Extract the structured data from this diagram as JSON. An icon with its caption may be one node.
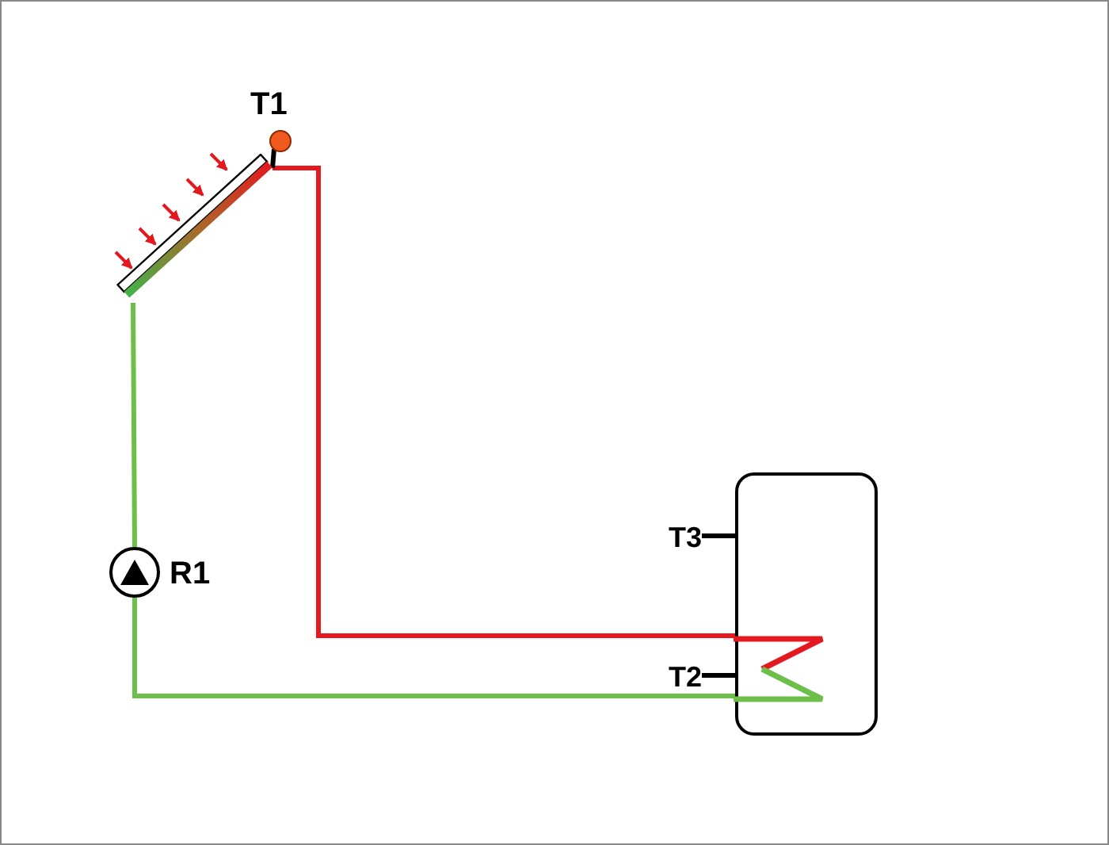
{
  "diagram": {
    "nodes": [
      {
        "text": [],
        "shape": "bar"
      },
      {
        "text": [],
        "shape": "box"
      },
      {
        "text": [],
        "shape": "circle",
        "beside": [
          "R1"
        ]
      },
      {
        "text": [],
        "shape": "circle",
        "beside": [
          "T1"
        ]
      },
      {
        "text": [
          "T3"
        ]
      },
      {
        "text": [
          "T2"
        ]
      }
    ],
    "edges": [
      {
        "from": 0,
        "to": 1,
        "arrow": "none",
        "color": "#e3191f"
      },
      {
        "from": 1,
        "to": 2,
        "arrow": "none",
        "color": "#6cc04a"
      },
      {
        "from": 2,
        "to": 0,
        "arrow": "none",
        "color": "#6cc04a"
      },
      {
        "from": 3,
        "to": 0,
        "arrow": "none"
      },
      {
        "from": 4,
        "to": 1,
        "arrow": "none"
      },
      {
        "from": 5,
        "to": 1,
        "arrow": "none"
      }
    ]
  }
}
